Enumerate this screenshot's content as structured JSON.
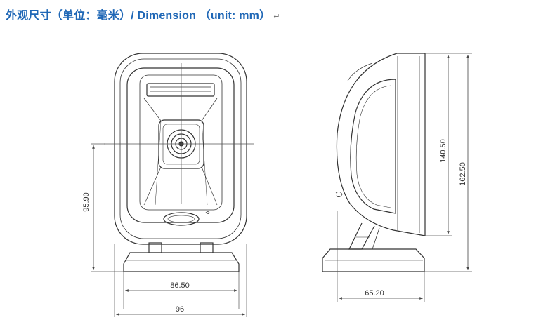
{
  "header": {
    "title": "外观尺寸（单位：毫米）/ Dimension （unit: mm）",
    "return_mark": "↵"
  },
  "dimensions": {
    "front_height": "95.90",
    "front_inner_width": "86.50",
    "front_total_width": "96",
    "side_depth": "65.20",
    "side_inner_height": "140.50",
    "side_total_height": "162.50"
  },
  "colors": {
    "title": "#1f67b6",
    "rule": "#5a8fc9",
    "outline": "#333333",
    "dimension_line": "#555555"
  }
}
